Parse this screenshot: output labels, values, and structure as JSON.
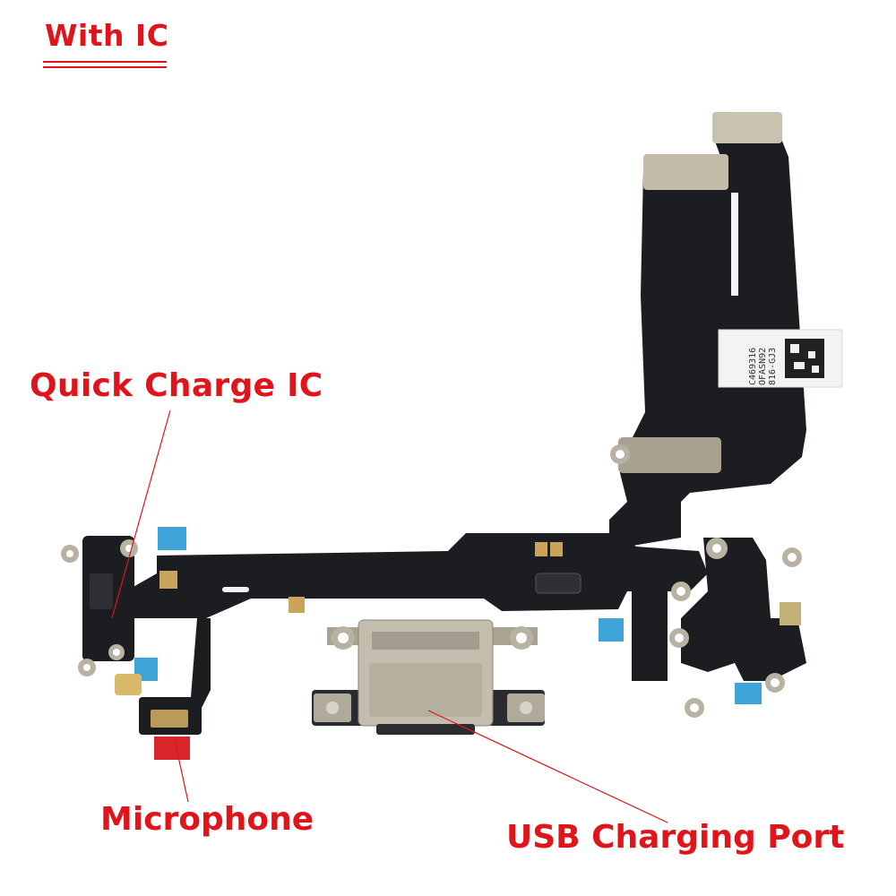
{
  "header": {
    "title": "With IC"
  },
  "labels": {
    "quick_charge": "Quick Charge IC",
    "microphone": "Microphone",
    "usb_port": "USB Charging Port"
  },
  "sticker": {
    "line1": "C469316",
    "line2": "OFASN92",
    "line3": "816-GJ3"
  },
  "colors": {
    "label_red": "#e0151b",
    "flex_black": "#1c1d20",
    "metal": "#b9b3a3",
    "blue_tape": "#3ea3d6",
    "red_tape": "#d8262c"
  }
}
